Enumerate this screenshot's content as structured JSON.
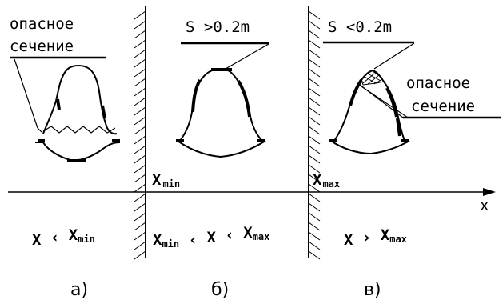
{
  "labels": {
    "danger_section_left_line1": "опасное",
    "danger_section_left_line2": "сечение",
    "danger_section_right_line1": "опасное",
    "danger_section_right_line2": "сечение",
    "s_big": "S >0.2m",
    "s_small": "S <0.2m",
    "xmin_marker": {
      "x": "X",
      "sub": "min"
    },
    "xmax_marker": {
      "x": "X",
      "sub": "max"
    },
    "axis_x": "x"
  },
  "regions": {
    "a": {
      "parts": [
        {
          "t": "X"
        },
        {
          "t": " ‹ "
        },
        {
          "t": "X"
        },
        {
          "t": "min",
          "sub": true
        }
      ]
    },
    "b": {
      "parts": [
        {
          "t": "X"
        },
        {
          "t": "min",
          "sub": true
        },
        {
          "t": " ‹ "
        },
        {
          "t": "X"
        },
        {
          "t": " ‹ "
        },
        {
          "t": "X"
        },
        {
          "t": "max",
          "sub": true
        }
      ]
    },
    "c": {
      "parts": [
        {
          "t": "X"
        },
        {
          "t": " › "
        },
        {
          "t": "X"
        },
        {
          "t": "max",
          "sub": true
        }
      ]
    }
  },
  "captions": {
    "a": "а)",
    "b": "б)",
    "c": "в)"
  }
}
